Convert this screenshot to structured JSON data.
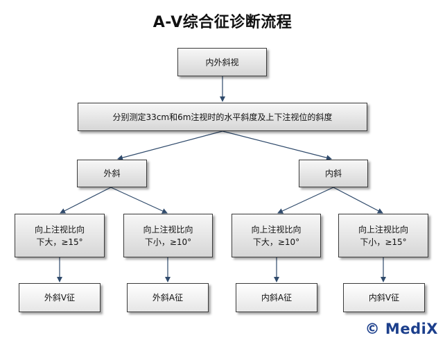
{
  "title": "A-V综合征诊断流程",
  "root": "内外斜视",
  "measure": "分别测定33cm和6m注视时的水平斜度及上下注视位的斜度",
  "branches": {
    "exo": "外斜",
    "eso": "内斜"
  },
  "conditions": {
    "exo_up_bigger": "向上注视比向\n下大，≥15°",
    "exo_up_smaller": "向上注视比向\n下小，≥10°",
    "eso_up_bigger": "向上注视比向\n下大，≥10°",
    "eso_up_smaller": "向上注视比向\n下小，≥15°"
  },
  "results": {
    "exo_v": "外斜V征",
    "exo_a": "外斜A征",
    "eso_a": "内斜A征",
    "eso_v": "内斜V征"
  },
  "watermark": "© MediX",
  "colors": {
    "line": "#2f4a6b",
    "watermark": "#1c3f8c"
  }
}
